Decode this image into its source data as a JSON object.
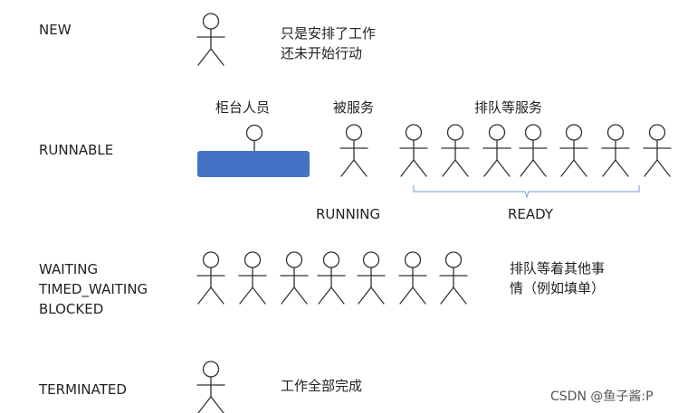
{
  "states": {
    "new": "NEW",
    "runnable": "RUNNABLE",
    "waiting_lines": [
      "WAITING",
      "TIMED_WAITING",
      "BLOCKED"
    ],
    "terminated": "TERMINATED"
  },
  "notes": {
    "new_lines": [
      "只是安排了工作",
      "还未开始行动"
    ],
    "waiting_lines": [
      "排队等着其他事",
      "情（例如填单）"
    ],
    "terminated": "工作全部完成"
  },
  "runnable_labels": {
    "counter_staff": "柜台人员",
    "being_served": "被服务",
    "queue_service": "排队等服务",
    "running": "RUNNING",
    "ready": "READY"
  },
  "colors": {
    "counter": "#4472c4",
    "brace": "#8fa9d6",
    "stroke": "#333333"
  },
  "watermark": "CSDN @鱼子酱:P"
}
